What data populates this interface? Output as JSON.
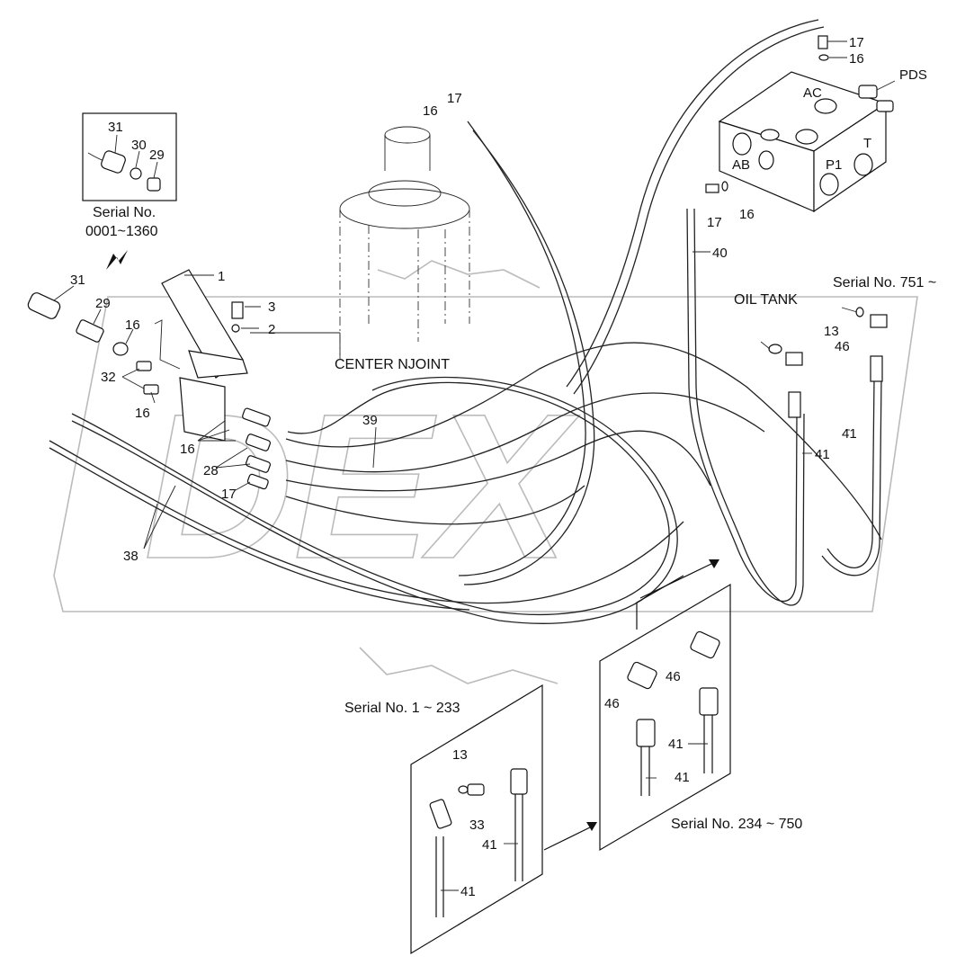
{
  "watermark": {
    "brand": "DEX"
  },
  "callouts": {
    "c31a": "31",
    "c30": "30",
    "c29a": "29",
    "c31b": "31",
    "c29b": "29",
    "c16a": "16",
    "c32": "32",
    "c16b": "16",
    "c1": "1",
    "c3": "3",
    "c2": "2",
    "c16c": "16",
    "c28": "28",
    "c17a": "17",
    "c38": "38",
    "c39": "39",
    "c16d": "16",
    "c17b": "17",
    "c17c": "17",
    "c16e": "16",
    "c17d": "17",
    "c16f": "16",
    "c40": "40",
    "c13a": "13",
    "c46a": "46",
    "c41a": "41",
    "c41b": "41",
    "c46b": "46",
    "c46c": "46",
    "c41c": "41",
    "c41d": "41",
    "c13b": "13",
    "c33": "33",
    "c41e": "41",
    "c41f": "41",
    "port_ac": "AC",
    "port_ab": "AB",
    "port_p1": "P1",
    "port_t": "T"
  },
  "labels": {
    "serial_inset_line1": "Serial No.",
    "serial_inset_line2": "0001~1360",
    "center_joint": "CENTER NJOINT",
    "pds": "PDS",
    "oil_tank": "OIL TANK",
    "serial_751": "Serial No. 751 ~",
    "serial_1_233": "Serial No. 1 ~ 233",
    "serial_234_750": "Serial No. 234 ~ 750"
  }
}
